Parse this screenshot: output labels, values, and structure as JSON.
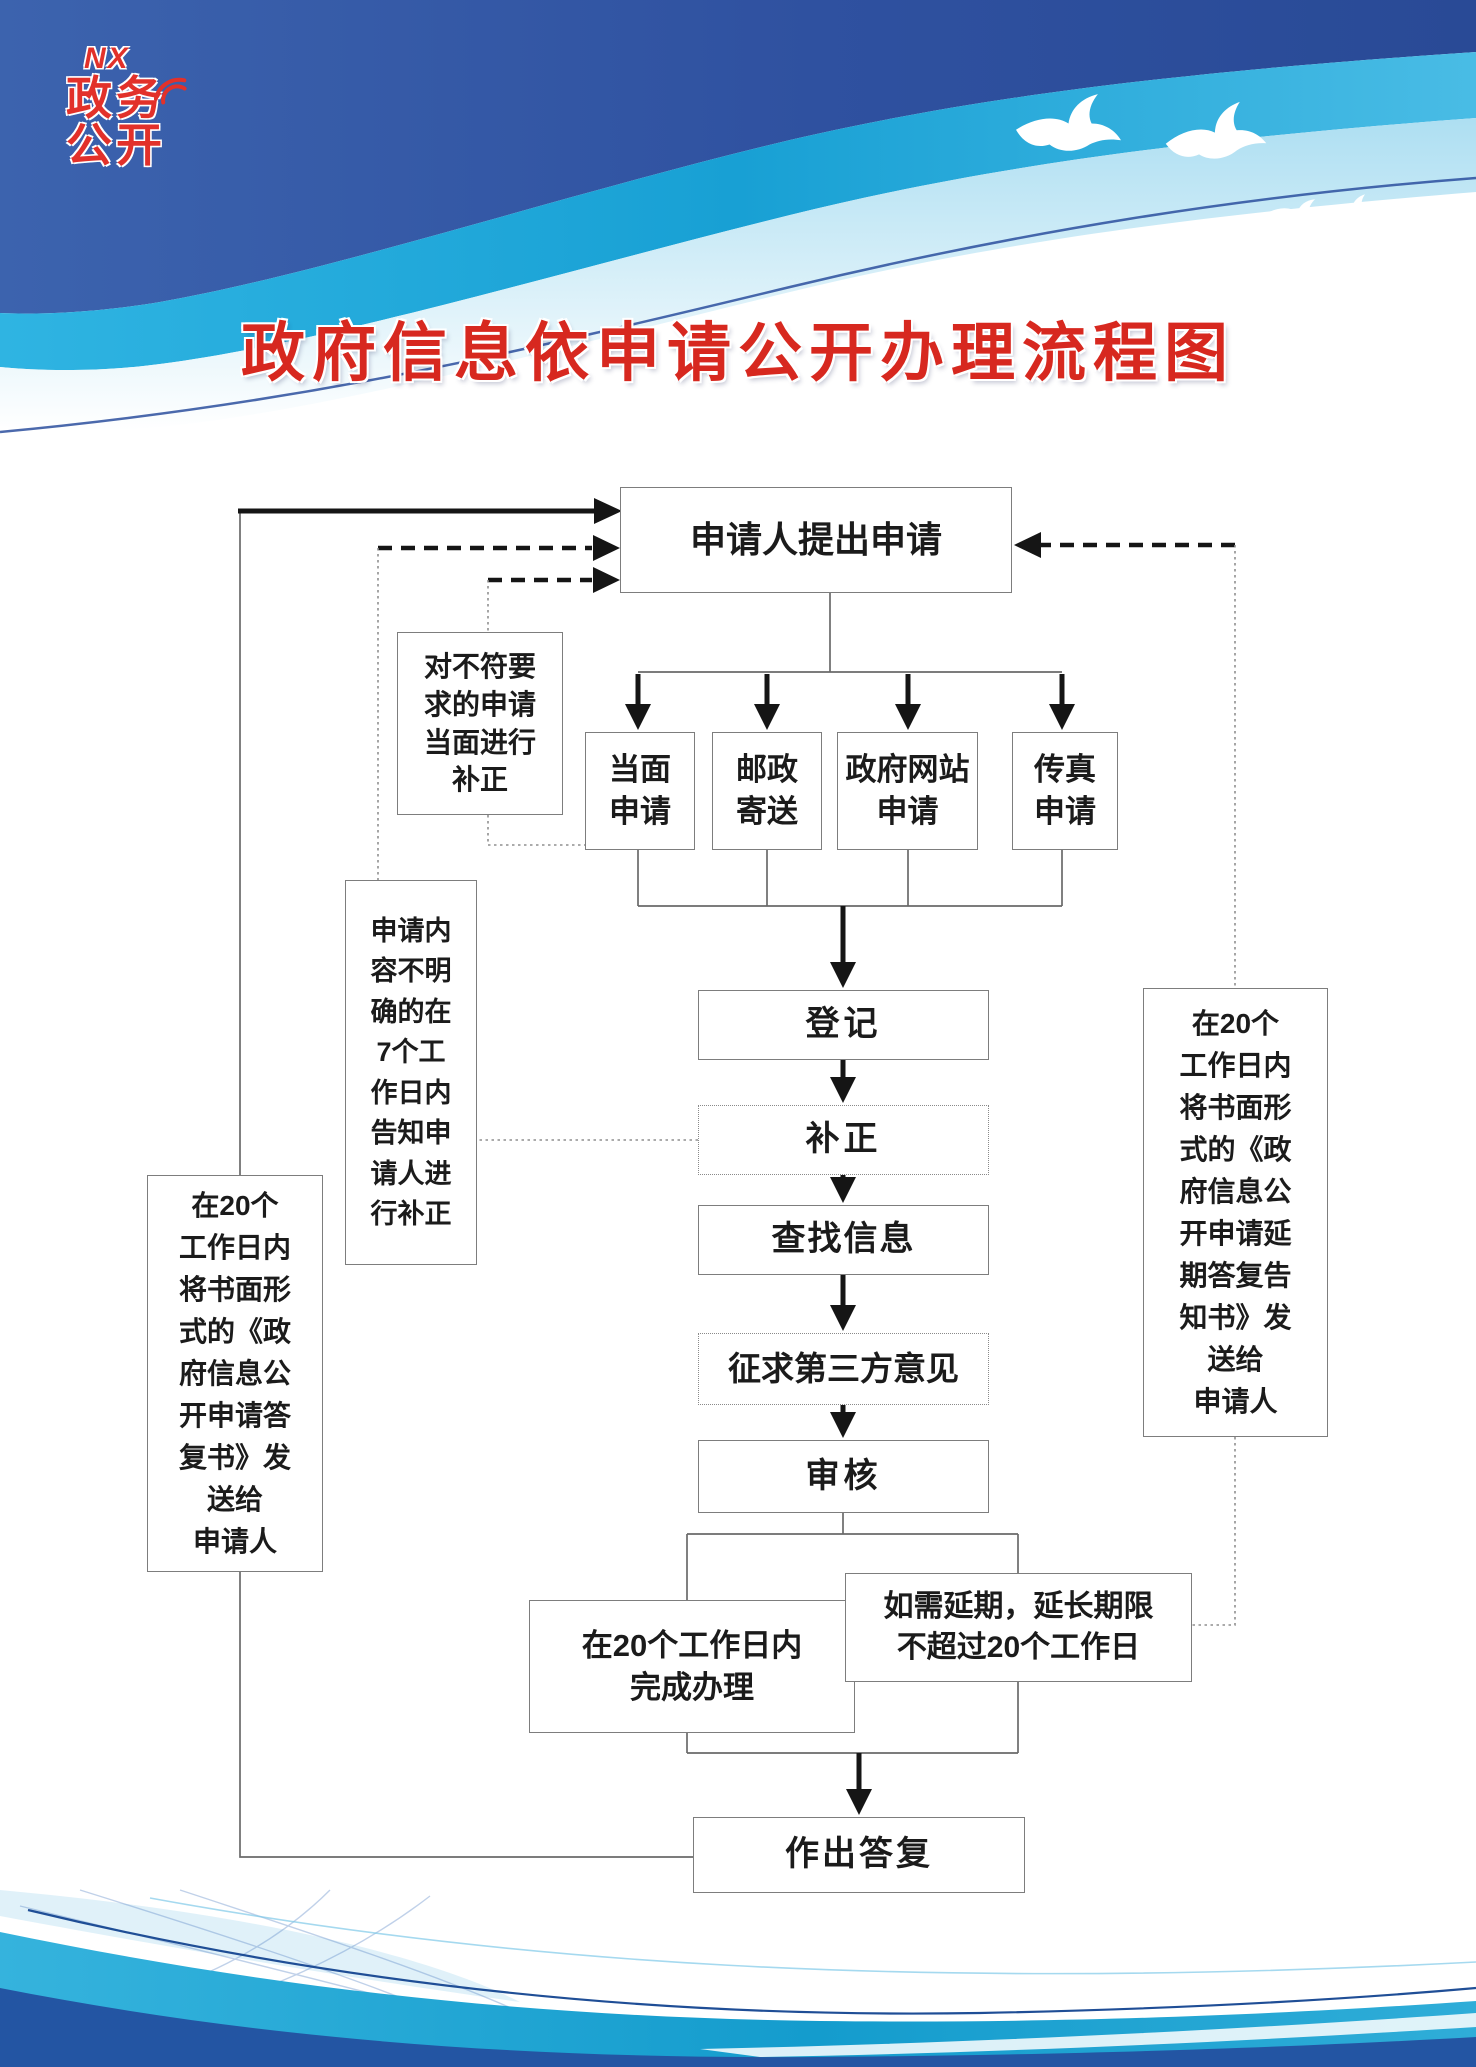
{
  "poster": {
    "logo": {
      "nx": "NX",
      "line1": "政务",
      "line2": "公开"
    },
    "title": "政府信息依申请公开办理流程图"
  },
  "nodes": {
    "apply": "申请人提出申请",
    "correction_notice": "对不符要\n求的申请\n当面进行\n补正",
    "channel_inperson": "当面\n申请",
    "channel_post": "邮政\n寄送",
    "channel_website": "政府网站\n申请",
    "channel_fax": "传真\n申请",
    "register": "登记",
    "supplement": "补正",
    "search_info": "查找信息",
    "third_party": "征求第三方意见",
    "review": "审核",
    "unclear_notice": "申请内\n容不明\n确的在\n7个工\n作日内\n告知申\n请人进\n行补正",
    "reply_letter": "在20个\n工作日内\n将书面形\n式的《政\n府信息公\n开申请答\n复书》发\n送给\n申请人",
    "delay_letter": "在20个\n工作日内\n将书面形\n式的《政\n府信息公\n开申请延\n期答复告\n知书》发\n送给\n申请人",
    "complete": "在20个工作日内\n完成办理",
    "extend": "如需延期，延长期限\n不超过20个工作日",
    "respond": "作出答复"
  },
  "colors": {
    "title_red": "#d7281f",
    "logo_red": "#e2312a",
    "header_dark_blue": "#2e4f9d",
    "wave_cyan": "#1ba5d8",
    "footer_blue": "#2355a3"
  }
}
